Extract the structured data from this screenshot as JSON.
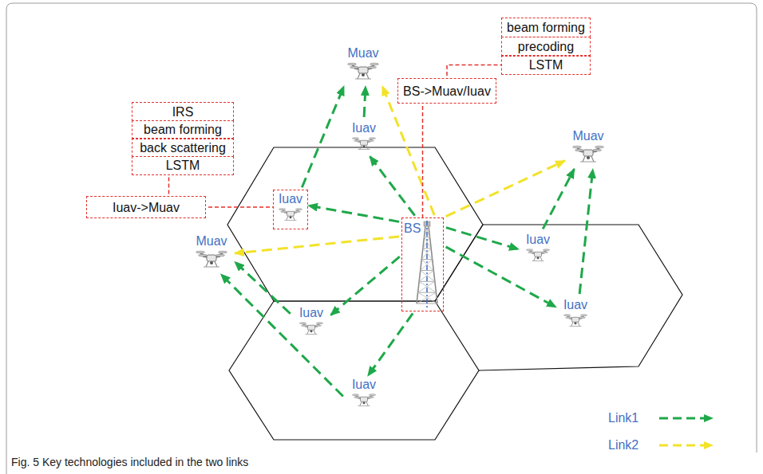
{
  "diagram": {
    "caption": "Fig. 5 Key technologies included in the two links",
    "nodes": [
      {
        "text": [
          "IRS"
        ]
      },
      {
        "text": [
          "beam forming"
        ]
      },
      {
        "text": [
          "back scattering"
        ]
      },
      {
        "text": [
          "LSTM"
        ]
      },
      {
        "text": [
          "beam forming"
        ]
      },
      {
        "text": [
          "precoding"
        ]
      },
      {
        "text": [
          "LSTM"
        ]
      },
      {
        "text": [
          "Muav"
        ]
      },
      {
        "text": [
          "BS->Muav/Iuav"
        ]
      },
      {
        "text": [
          "Iuav"
        ]
      },
      {
        "text": [
          "Iuav->Muav"
        ]
      },
      {
        "text": [
          "Iuav"
        ]
      },
      {
        "text": [
          "BS"
        ]
      },
      {
        "text": [
          "Muav"
        ]
      },
      {
        "text": [
          "Iuav"
        ]
      },
      {
        "text": [
          "Muav"
        ]
      },
      {
        "text": [
          "Iuav"
        ]
      },
      {
        "text": [
          "Iuav"
        ]
      },
      {
        "text": [
          "Iuav"
        ]
      }
    ],
    "edges": [
      {
        "from": 12,
        "to": 9,
        "arrow": "to"
      },
      {
        "from": 9,
        "to": 7,
        "arrow": "to"
      },
      {
        "from": 11,
        "to": 7,
        "arrow": "to"
      },
      {
        "from": 12,
        "to": 11,
        "arrow": "to"
      },
      {
        "from": 12,
        "to": 14,
        "arrow": "to"
      },
      {
        "from": 12,
        "to": 17,
        "arrow": "to"
      },
      {
        "from": 12,
        "to": 16,
        "arrow": "to"
      },
      {
        "from": 12,
        "to": 18,
        "arrow": "to"
      },
      {
        "from": 18,
        "to": 15,
        "arrow": "to"
      },
      {
        "from": 16,
        "to": 15,
        "arrow": "to"
      },
      {
        "from": 14,
        "to": 13,
        "arrow": "to"
      },
      {
        "from": 17,
        "to": 13,
        "arrow": "to"
      },
      {
        "from": 12,
        "to": 7,
        "arrow": "to"
      },
      {
        "from": 12,
        "to": 13,
        "arrow": "to"
      },
      {
        "from": 12,
        "to": 15,
        "arrow": "to"
      },
      {
        "from": 3,
        "to": 10,
        "arrow": "none"
      },
      {
        "from": 10,
        "to": 11,
        "arrow": "none"
      },
      {
        "from": 8,
        "to": 6,
        "arrow": "none"
      },
      {
        "from": 8,
        "to": 12,
        "arrow": "none"
      }
    ],
    "legend": [
      {
        "text": "Link1"
      },
      {
        "text": "Link2"
      }
    ]
  }
}
